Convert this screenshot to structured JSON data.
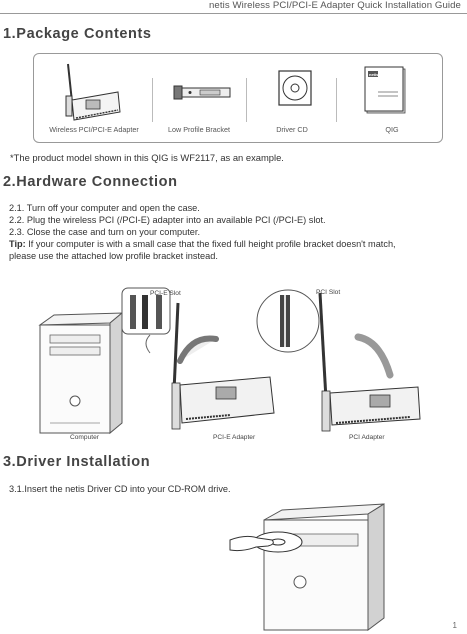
{
  "header": {
    "title": "netis Wireless PCI/PCI-E  Adapter Quick Installation Guide"
  },
  "section1": {
    "heading": "1.Package Contents",
    "items": [
      {
        "label": "Wireless PCI/PCI-E Adapter",
        "icon": "wireless-adapter-icon"
      },
      {
        "label": "Low Profile Bracket",
        "icon": "bracket-icon"
      },
      {
        "label": "Driver CD",
        "icon": "driver-cd-icon"
      },
      {
        "label": "QIG",
        "icon": "qig-booklet-icon"
      }
    ],
    "qig_brand": "netis",
    "note": "*The product model shown in this QIG is WF2117, as an example."
  },
  "section2": {
    "heading": "2.Hardware Connection",
    "steps": [
      "2.1. Turn off your computer and open the case.",
      "2.2. Plug the wireless PCI (/PCI-E) adapter into an available PCI (/PCI-E) slot.",
      "2.3. Close the case and turn on your computer."
    ],
    "tip_label": "Tip:",
    "tip_text": " If your computer is with a small case that the fixed full height profile bracket doesn't match,",
    "tip_text2": "please use the attached low profile bracket instead.",
    "figure": {
      "computer_label": "Computer",
      "pcie_slot_label": "PCI-E Slot",
      "pci_slot_label": "PCI Slot",
      "pcie_adapter_label": "PCI-E Adapter",
      "pci_adapter_label": "PCI Adapter"
    }
  },
  "section3": {
    "heading": "3.Driver Installation",
    "steps": [
      "3.1.Insert the netis Driver CD into your CD-ROM drive."
    ]
  },
  "page_number": "1"
}
